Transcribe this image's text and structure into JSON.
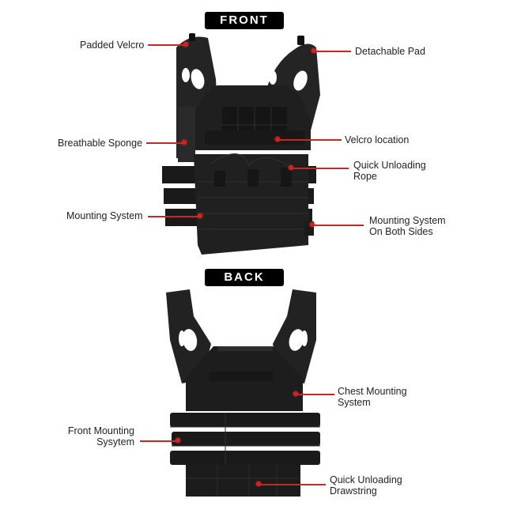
{
  "sections": {
    "front": {
      "title": "FRONT"
    },
    "back": {
      "title": "BACK"
    }
  },
  "front_callouts": [
    {
      "id": "padded-velcro",
      "text": "Padded Velcro",
      "side": "left"
    },
    {
      "id": "detachable-pad",
      "text": "Detachable Pad",
      "side": "right"
    },
    {
      "id": "breathable-sponge",
      "text": "Breathable Sponge",
      "side": "left"
    },
    {
      "id": "velcro-location",
      "text": "Velcro location",
      "side": "right"
    },
    {
      "id": "quick-unloading-rope",
      "text": [
        "Quick Unloading",
        "Rope"
      ],
      "side": "right"
    },
    {
      "id": "mounting-system",
      "text": "Mounting System",
      "side": "left"
    },
    {
      "id": "mounting-system-both-sides",
      "text": [
        "Mounting System",
        "On Both Sides"
      ],
      "side": "right"
    }
  ],
  "back_callouts": [
    {
      "id": "chest-mounting-system",
      "text": [
        "Chest Mounting",
        "System"
      ],
      "side": "right"
    },
    {
      "id": "front-mounting-system",
      "text": [
        "Front Mounting",
        "Sysytem"
      ],
      "side": "left"
    },
    {
      "id": "quick-unloading-drawstring",
      "text": [
        "Quick Unloading",
        "Drawstring"
      ],
      "side": "right"
    }
  ],
  "colors": {
    "callout_line": "#c62828",
    "callout_dot": "#e01b1b",
    "badge_bg": "#000000",
    "badge_text": "#ffffff",
    "vest": "#1c1c1c"
  }
}
